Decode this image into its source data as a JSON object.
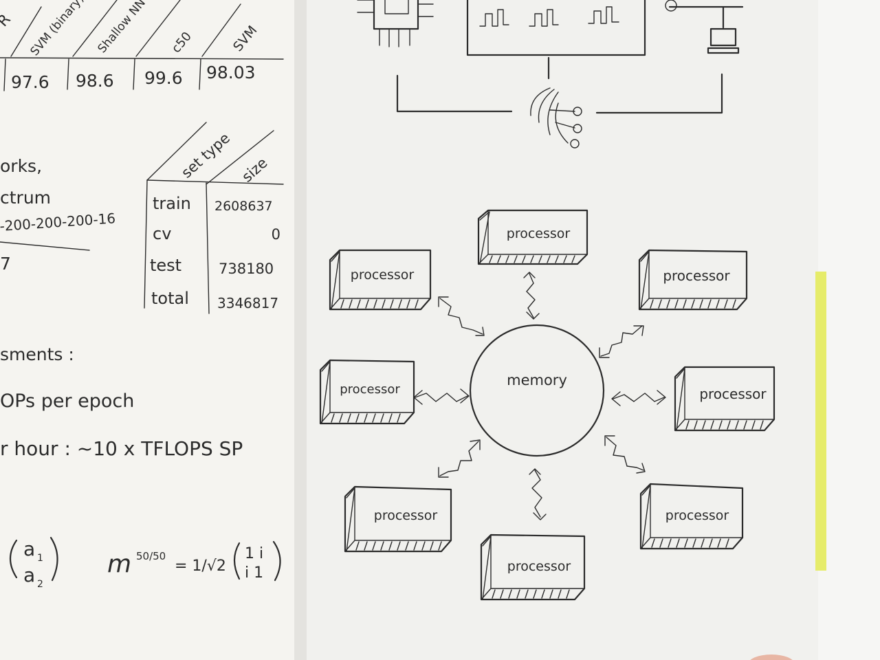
{
  "left_page": {
    "top_table": {
      "headers": [
        "SVM (binary)",
        "Shallow NN",
        "c50",
        "SVM"
      ],
      "header_partial": "R",
      "values": [
        "97.6",
        "98.6",
        "99.6",
        "98.03"
      ]
    },
    "set_table": {
      "header_left": "set type",
      "header_right": "size",
      "rows": [
        {
          "type": "train",
          "size": "2608637"
        },
        {
          "type": "cv",
          "size": "0"
        },
        {
          "type": "test",
          "size": "738180"
        },
        {
          "type": "total",
          "size": "3346817"
        }
      ]
    },
    "notes": {
      "line1": "orks,",
      "line2": "ctrum",
      "line3": "-200-200-200-16",
      "line4": "7",
      "line5": "sments :",
      "line6": "OPs per epoch",
      "line7": "r hour : ~10 x TFLOPS SP",
      "matrix_left_top": "a",
      "matrix_left_top_sub": "1",
      "matrix_left_bottom": "a",
      "matrix_left_bottom_sub": "2",
      "formula_m": "m",
      "formula_frac": "50/50",
      "formula_eq": "= 1/√2",
      "matrix_right_r1": "1 i",
      "matrix_right_r2": "i 1"
    }
  },
  "right_page": {
    "diagram": {
      "center_label": "memory",
      "processor_label": "processor"
    }
  },
  "colors": {
    "paper_left": "#f5f4f0",
    "paper_right": "#f1f1ee",
    "ink": "#2b2b2b",
    "sticky_note": "#e6ec6a"
  }
}
